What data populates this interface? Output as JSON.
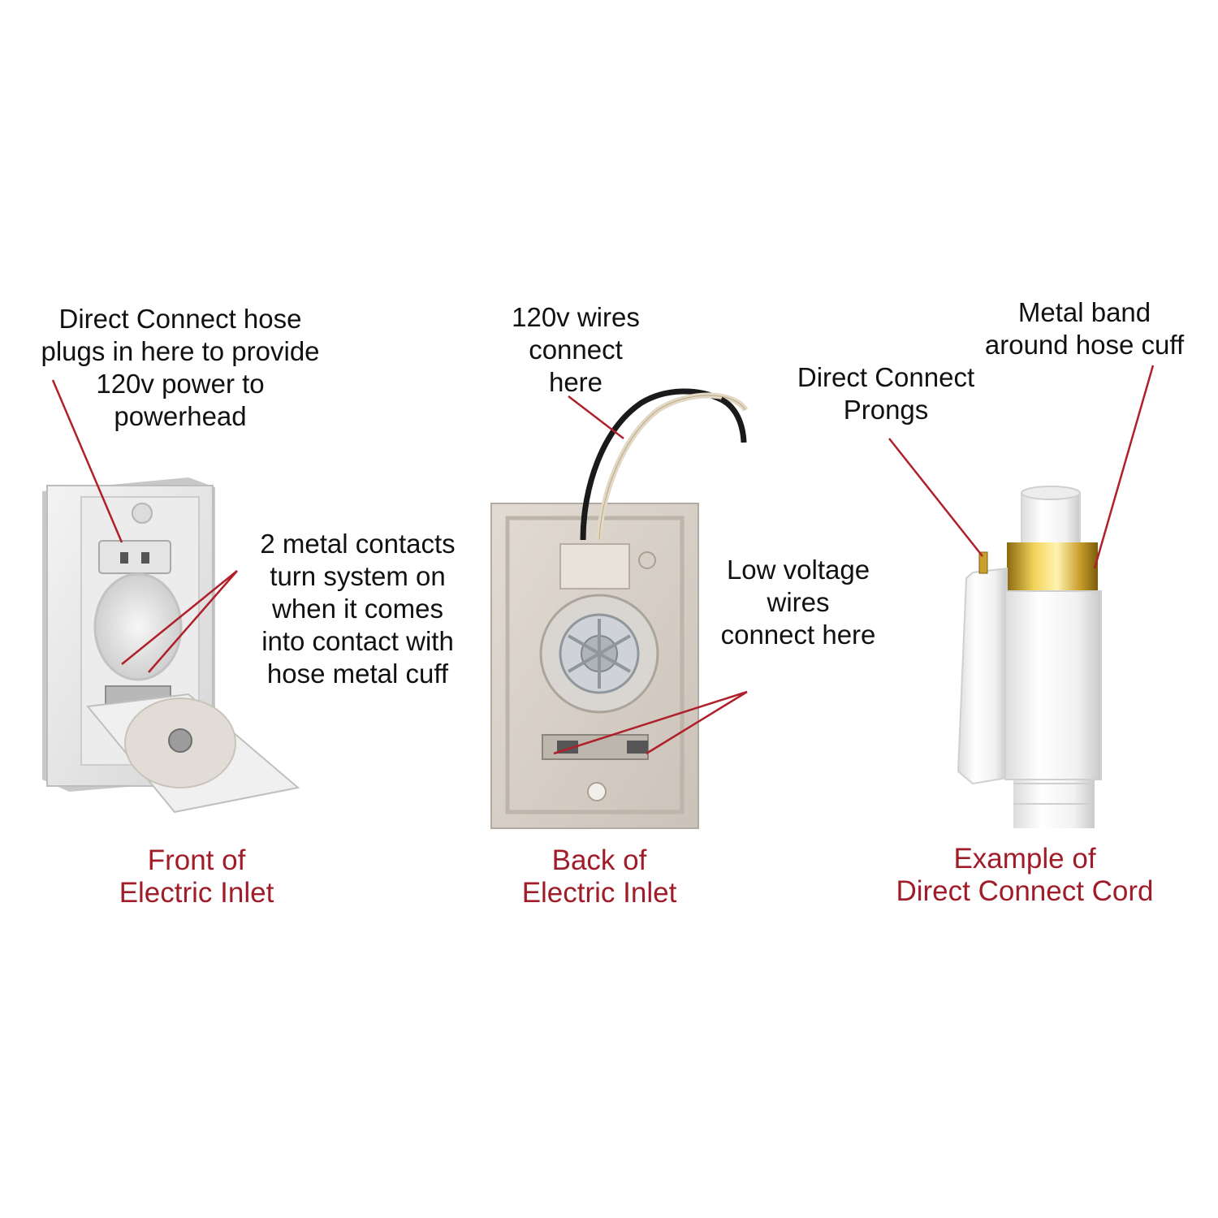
{
  "colors": {
    "callout_line": "#b0202a",
    "caption": "#a01c28",
    "label": "#111111"
  },
  "labels": {
    "front_hose": [
      "Direct Connect hose",
      "plugs in here to provide",
      "120v power to",
      "powerhead"
    ],
    "metal_contacts": [
      "2 metal contacts",
      "turn system on",
      "when it comes",
      "into contact with",
      "hose metal cuff"
    ],
    "wires_120v": [
      "120v wires",
      "connect",
      "here"
    ],
    "low_voltage": [
      "Low voltage",
      "wires",
      "connect here"
    ],
    "prongs": [
      "Direct Connect",
      "Prongs"
    ],
    "metal_band": [
      "Metal band",
      "around hose cuff"
    ]
  },
  "captions": {
    "front": [
      "Front of",
      "Electric Inlet"
    ],
    "back": [
      "Back of",
      "Electric Inlet"
    ],
    "cord": [
      "Example of",
      "Direct Connect Cord"
    ]
  }
}
